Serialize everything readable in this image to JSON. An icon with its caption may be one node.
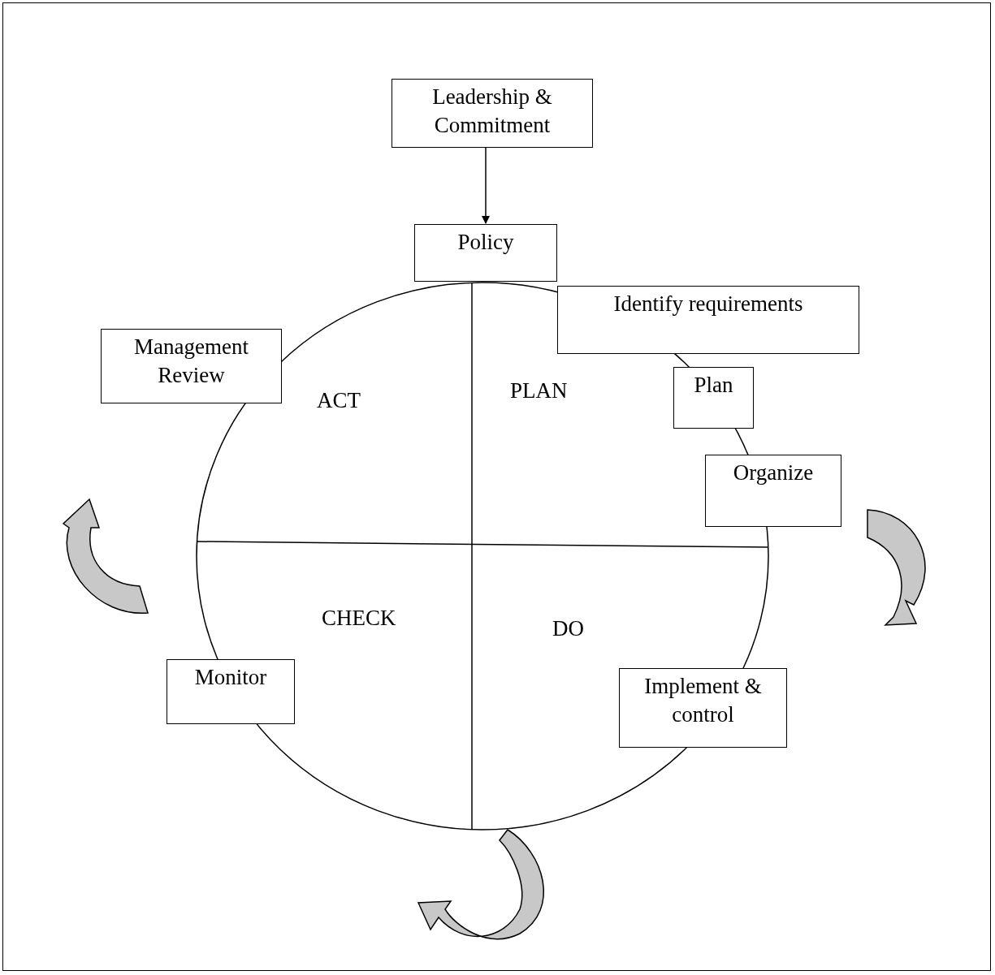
{
  "diagram": {
    "nodes": [
      {
        "text": [
          "Leadership & Commitment"
        ]
      },
      {
        "text": [
          "Policy"
        ]
      },
      {
        "text": [
          "Identify requirements"
        ]
      },
      {
        "text": [
          "Plan"
        ]
      },
      {
        "text": [
          "Organize"
        ]
      },
      {
        "text": [
          "Implement & control"
        ]
      },
      {
        "text": [
          "Monitor"
        ]
      },
      {
        "text": [
          "Management Review"
        ]
      }
    ],
    "edges": [
      {
        "from": 0,
        "to": 1,
        "arrow": "to"
      }
    ],
    "labels": [
      "ACT",
      "PLAN",
      "CHECK",
      "DO"
    ]
  }
}
